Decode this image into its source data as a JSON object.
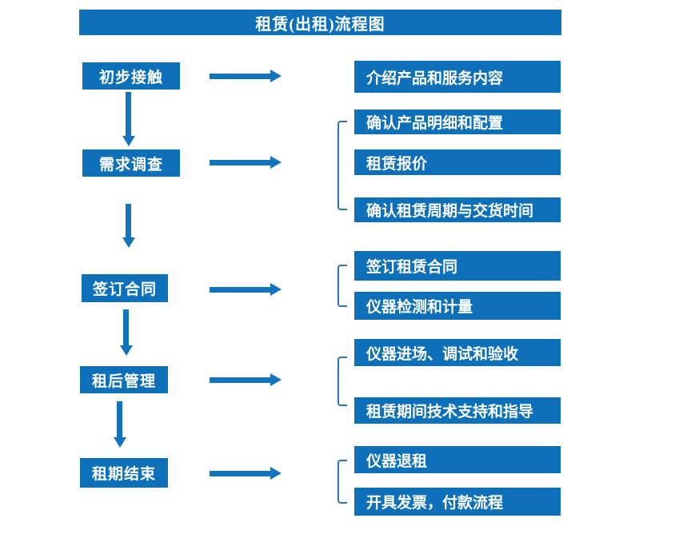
{
  "title": "租赁(出租)流程图",
  "colors": {
    "accent": "#0d70b9",
    "arrow": "#1373bd",
    "bracket": "#2e75b6",
    "text_on_accent": "#ffffff",
    "background": "#ffffff"
  },
  "steps": [
    {
      "label": "初步接触",
      "details": [
        "介绍产品和服务内容"
      ]
    },
    {
      "label": "需求调查",
      "details": [
        "确认产品明细和配置",
        "租赁报价",
        "确认租赁周期与交货时间"
      ]
    },
    {
      "label": "签订合同",
      "details": [
        "签订租赁合同",
        "仪器检测和计量"
      ]
    },
    {
      "label": "租后管理",
      "details": [
        "仪器进场、调试和验收",
        "租赁期间技术支持和指导"
      ]
    },
    {
      "label": "租期结束",
      "details": [
        "仪器退租",
        "开具发票，付款流程"
      ]
    }
  ]
}
